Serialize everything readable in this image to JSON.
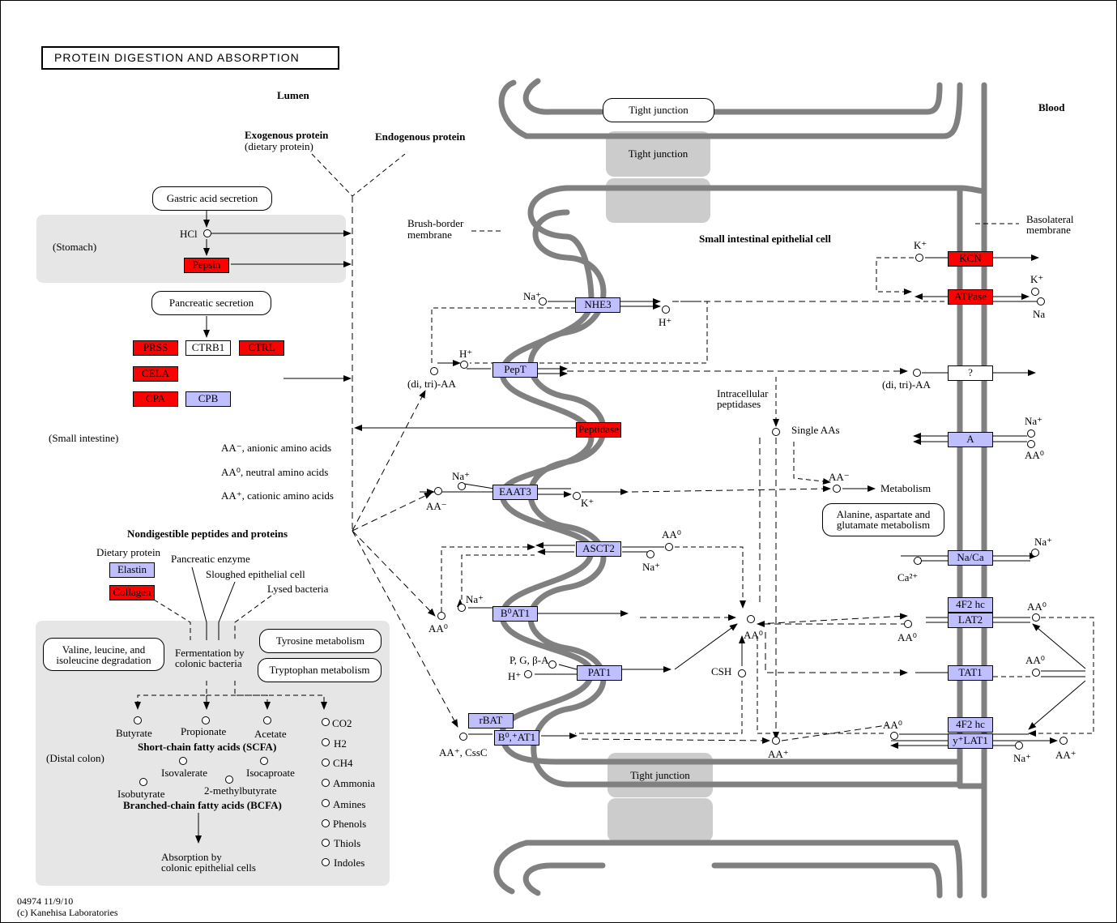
{
  "title": "PROTEIN DIGESTION AND ABSORPTION",
  "regions": {
    "lumen": "Lumen",
    "blood": "Blood",
    "epithelial": "Small intestinal epithelial cell",
    "stomach": "(Stomach)",
    "small_intestine": "(Small intestine)",
    "distal_colon": "(Distal colon)",
    "brush_border": [
      "Brush-border",
      "membrane"
    ],
    "basolateral": [
      "Basolateral",
      "membrane"
    ]
  },
  "proteins": {
    "exogenous": "Exogenous protein",
    "exogenous_sub": "(dietary protein)",
    "endogenous": "Endogenous protein"
  },
  "pills": {
    "tight_junction_top": "Tight junction",
    "gastric": "Gastric acid secretion",
    "pancreatic": "Pancreatic secretion",
    "alanine": [
      "Alanine, aspartate and",
      "glutamate metabolism"
    ],
    "valine": [
      "Valine, leucine, and",
      "isoleucine degradation"
    ],
    "tyrosine": "Tyrosine metabolism",
    "tryptophan": "Tryptophan metabolism"
  },
  "tight_junctions": [
    "Tight junction",
    "Tight junction"
  ],
  "genes": {
    "pepsin": "Pepsin",
    "prss": "PRSS",
    "ctrb1": "CTRB1",
    "ctrl": "CTRL",
    "cela": "CELA",
    "cpa": "CPA",
    "cpb": "CPB",
    "nhe3": "NHE3",
    "pept": "PepT",
    "peptidase": "Peptidase",
    "eaat3": "EAAT3",
    "asct2": "ASCT2",
    "b0at1": "B⁰AT1",
    "pat1": "PAT1",
    "rbat": "rBAT",
    "b0at1b": "B⁰,⁺AT1",
    "kcn": "KCN",
    "atpase": "ATPase",
    "unknown": "?",
    "a": "A",
    "naca": "Na/Ca",
    "f2hc1": "4F2 hc",
    "lat2": "LAT2",
    "tat1": "TAT1",
    "f2hc2": "4F2 hc",
    "ylat1": "y⁺LAT1",
    "elastin": "Elastin",
    "collagen": "Collagen"
  },
  "compounds": {
    "hcl": "HCl",
    "na_nhe3": "Na⁺",
    "h_nhe3": "H⁺",
    "h_pept": "H⁺",
    "ditri_left": "(di, tri)-AA",
    "ditri_right": "(di, tri)-AA",
    "k_kcn": "K⁺",
    "k_atp": "K⁺",
    "na_atp": "Na",
    "intracellular": [
      "Intracellular",
      "peptidases"
    ],
    "single_aas": "Single AAs",
    "aa_minus_meta": "AA⁻",
    "metabolism": "Metabolism",
    "na_a": "Na⁺",
    "aa0_a": "AA⁰",
    "na_eaat3": "Na⁺",
    "aa_eaat3": "AA⁻",
    "k_eaat3": "K⁺",
    "aa0_asct2": "AA⁰",
    "na_asct2": "Na⁺",
    "na_naca": "Na⁺",
    "ca_naca": "Ca²⁺",
    "na_b0at1": "Na⁺",
    "aa0_b0at1": "AA⁰",
    "aa0_center": "AA⁰",
    "aa0_lat2_right": "AA⁰",
    "aa0_lat2_left": "AA⁰",
    "pgba": "P, G, β-A",
    "h_pat1": "H⁺",
    "csh": "CSH",
    "aa0_tat1": "AA⁰",
    "aa_csc": "AA⁺, CssC",
    "aa_plus_center": "AA⁺",
    "aa0_ylat1": "AA⁰",
    "na_ylat1": "Na⁺",
    "aa_plus_ylat1": "AA⁺"
  },
  "legend": [
    {
      "sym": "AA⁻",
      "text": ", anionic amino acids"
    },
    {
      "sym": "AA⁰",
      "text": ", neutral amino acids"
    },
    {
      "sym": "AA⁺",
      "text": ", cationic amino acids"
    }
  ],
  "colon": {
    "nondigestible": "Nondigestible peptides and proteins",
    "dietary_protein": "Dietary protein",
    "pancreatic_enzyme": "Pancreatic enzyme",
    "sloughed": "Sloughed epithelial cell",
    "lysed": "Lysed bacteria",
    "fermentation": [
      "Fermentation by",
      "colonic bacteria"
    ],
    "butyrate": "Butyrate",
    "propionate": "Propionate",
    "acetate": "Acetate",
    "scfa": "Short-chain fatty acids (SCFA)",
    "isovalerate": "Isovalerate",
    "isocaproate": "Isocaproate",
    "isobutyrate": "Isobutyrate",
    "methylbutyrate": "2-methylbutyrate",
    "bcfa": "Branched-chain fatty acids (BCFA)",
    "absorption": [
      "Absorption by",
      "colonic epithelial cells"
    ],
    "gases": [
      "CO2",
      "H2",
      "CH4",
      "Ammonia",
      "Amines",
      "Phenols",
      "Thiols",
      "Indoles"
    ]
  },
  "footer": [
    "04974 11/9/10",
    "(c) Kanehisa Laboratories"
  ],
  "colors": {
    "red": "#ff0000",
    "blue": "#bfbfff",
    "grey_panel": "#e6e6e6",
    "tj": "#cccccc",
    "membrane": "#808080"
  }
}
